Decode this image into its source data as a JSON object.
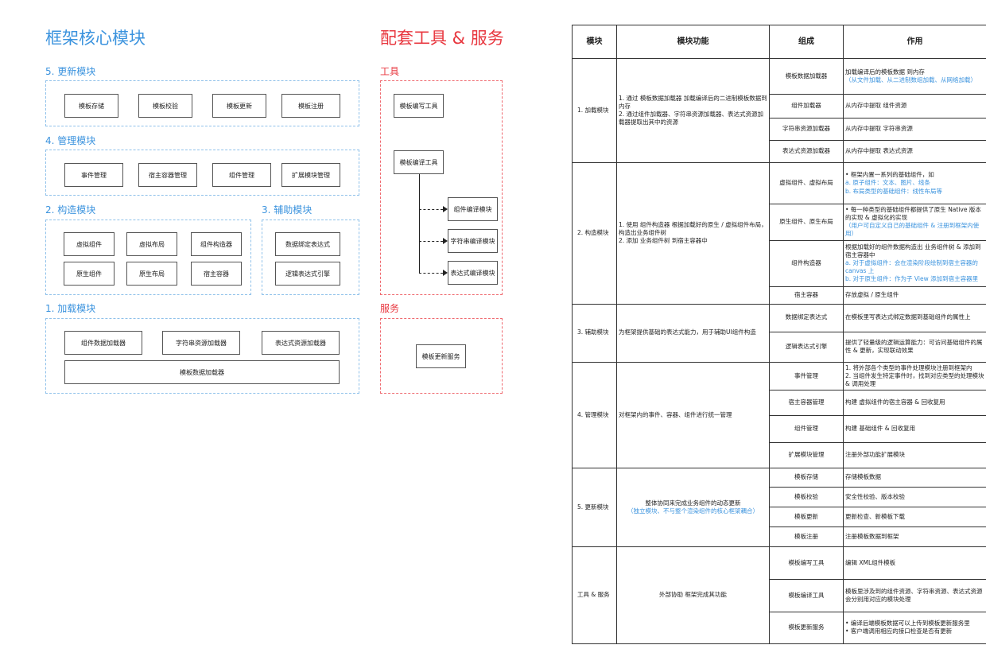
{
  "left": {
    "title": "框架核心模块",
    "sec5": {
      "label": "5. 更新模块",
      "items": [
        "模板存储",
        "模板校验",
        "模板更新",
        "模板注册"
      ]
    },
    "sec4": {
      "label": "4. 管理模块",
      "items": [
        "事件管理",
        "宿主容器管理",
        "组件管理",
        "扩展模块管理"
      ]
    },
    "sec2": {
      "label": "2. 构造模块",
      "items": [
        "虚拟组件",
        "虚拟布局",
        "组件构造器",
        "原生组件",
        "原生布局",
        "宿主容器"
      ]
    },
    "sec3": {
      "label": "3. 辅助模块",
      "items": [
        "数据绑定表达式",
        "逻辑表达式引擎"
      ]
    },
    "sec1": {
      "label": "1. 加载模块",
      "items": [
        "组件数据加载器",
        "字符串资源加载器",
        "表达式资源加载器",
        "模板数据加载器"
      ]
    }
  },
  "middle": {
    "title": "配套工具 & 服务",
    "tools": {
      "label": "工具",
      "items": [
        "模板编写工具",
        "模板编译工具",
        "组件编译模块",
        "字符串编译模块",
        "表达式编译模块"
      ]
    },
    "service": {
      "label": "服务",
      "items": [
        "模板更新服务"
      ]
    }
  },
  "table": {
    "headers": [
      "模块",
      "模块功能",
      "组成",
      "作用"
    ],
    "rows": [
      {
        "module": "1. 加载模块",
        "func": "1. 通过 模板数据加载器 加载编译后的二进制模板数据到内存\n2. 通过组件加载器、字符串资源加载器、表达式资源加载器提取出其中的资源",
        "parts": [
          {
            "name": "模板数据加载器",
            "use": "加载编译后的模板数据 到内存",
            "note": "（从文件加载、从二进制数组加载、从网络加载）"
          },
          {
            "name": "组件加载器",
            "use": "从内存中提取 组件资源",
            "note": ""
          },
          {
            "name": "字符串资源加载器",
            "use": "从内存中提取 字符串资源",
            "note": ""
          },
          {
            "name": "表达式资源加载器",
            "use": "从内存中提取 表达式资源",
            "note": ""
          }
        ]
      },
      {
        "module": "2. 构造模块",
        "func": "1. 使用 组件构造器 根据加载好的原生 / 虚拟组件布局，构造出业务组件树\n2. 添加 业务组件树 到宿主容器中",
        "parts": [
          {
            "name": "虚拟组件、虚拟布局",
            "use": "• 框架内置一系列的基础组件，如",
            "note": "a. 原子组件：文本、图片、线条\nb. 布局类型的基础组件：线性布局等"
          },
          {
            "name": "原生组件、原生布局",
            "use": "• 每一种类型的基础组件都提供了原生 Native 版本的实现 & 虚拟化的实现",
            "note": "（用户可自定义自己的基础组件 & 注册到框架内使用）"
          },
          {
            "name": "组件构造器",
            "use": "根据加载好的组件数据构造出 业务组件树 & 添加到宿主容器中",
            "note": "a. 对于虚拟组件：会在渲染阶段绘制到宿主容器的 canvas 上\nb. 对于原生组件：作为子 View 添加到宿主容器里"
          },
          {
            "name": "宿主容器",
            "use": "存放虚拟 / 原生组件",
            "note": ""
          }
        ]
      },
      {
        "module": "3. 辅助模块",
        "func": "为框架提供基础的表达式能力，用于辅助UI组件构造",
        "parts": [
          {
            "name": "数据绑定表达式",
            "use": "在模板里写表达式绑定数据到基础组件的属性上",
            "note": ""
          },
          {
            "name": "逻辑表达式引擎",
            "use": "提供了轻量级的逻辑运算能力：可访问基础组件的属性 & 更新，实现联动效果",
            "note": ""
          }
        ]
      },
      {
        "module": "4. 管理模块",
        "func": "对框架内的事件、容器、组件进行统一管理",
        "parts": [
          {
            "name": "事件管理",
            "use": "1. 将外部各个类型的事件处理模块注册到框架内\n2. 当组件发生特定事件时，找到对应类型的处理模块 & 调用处理",
            "note": ""
          },
          {
            "name": "宿主容器管理",
            "use": "构建 虚拟组件的宿主容器 & 回收复用",
            "note": ""
          },
          {
            "name": "组件管理",
            "use": "构建 基础组件 & 回收复用",
            "note": ""
          },
          {
            "name": "扩展模块管理",
            "use": "注册外部功能扩展模块",
            "note": ""
          }
        ]
      },
      {
        "module": "5. 更新模块",
        "func": "整体协同来完成业务组件的动态更新",
        "func_note": "（独立模块、不与整个渲染组件的核心框架耦合）",
        "parts": [
          {
            "name": "模板存储",
            "use": "存储模板数据",
            "note": ""
          },
          {
            "name": "模板校验",
            "use": "安全性校验、版本校验",
            "note": ""
          },
          {
            "name": "模板更新",
            "use": "更新检查、新模板下载",
            "note": ""
          },
          {
            "name": "模板注册",
            "use": "注册模板数据到框架",
            "note": ""
          }
        ]
      },
      {
        "module": "工具 & 服务",
        "func": "外部协助 框架完成其功能",
        "parts": [
          {
            "name": "模板编写工具",
            "use": "编辑 XML组件模板",
            "note": ""
          },
          {
            "name": "模板编译工具",
            "use": "模板里涉及到的组件资源、字符串资源、表达式资源会分别用对应的模块处理",
            "note": ""
          },
          {
            "name": "模板更新服务",
            "use": "• 编译后端模板数据可以上传到模板更新服务里\n• 客户端调用相应的接口检查是否有更新",
            "note": ""
          }
        ]
      }
    ]
  }
}
